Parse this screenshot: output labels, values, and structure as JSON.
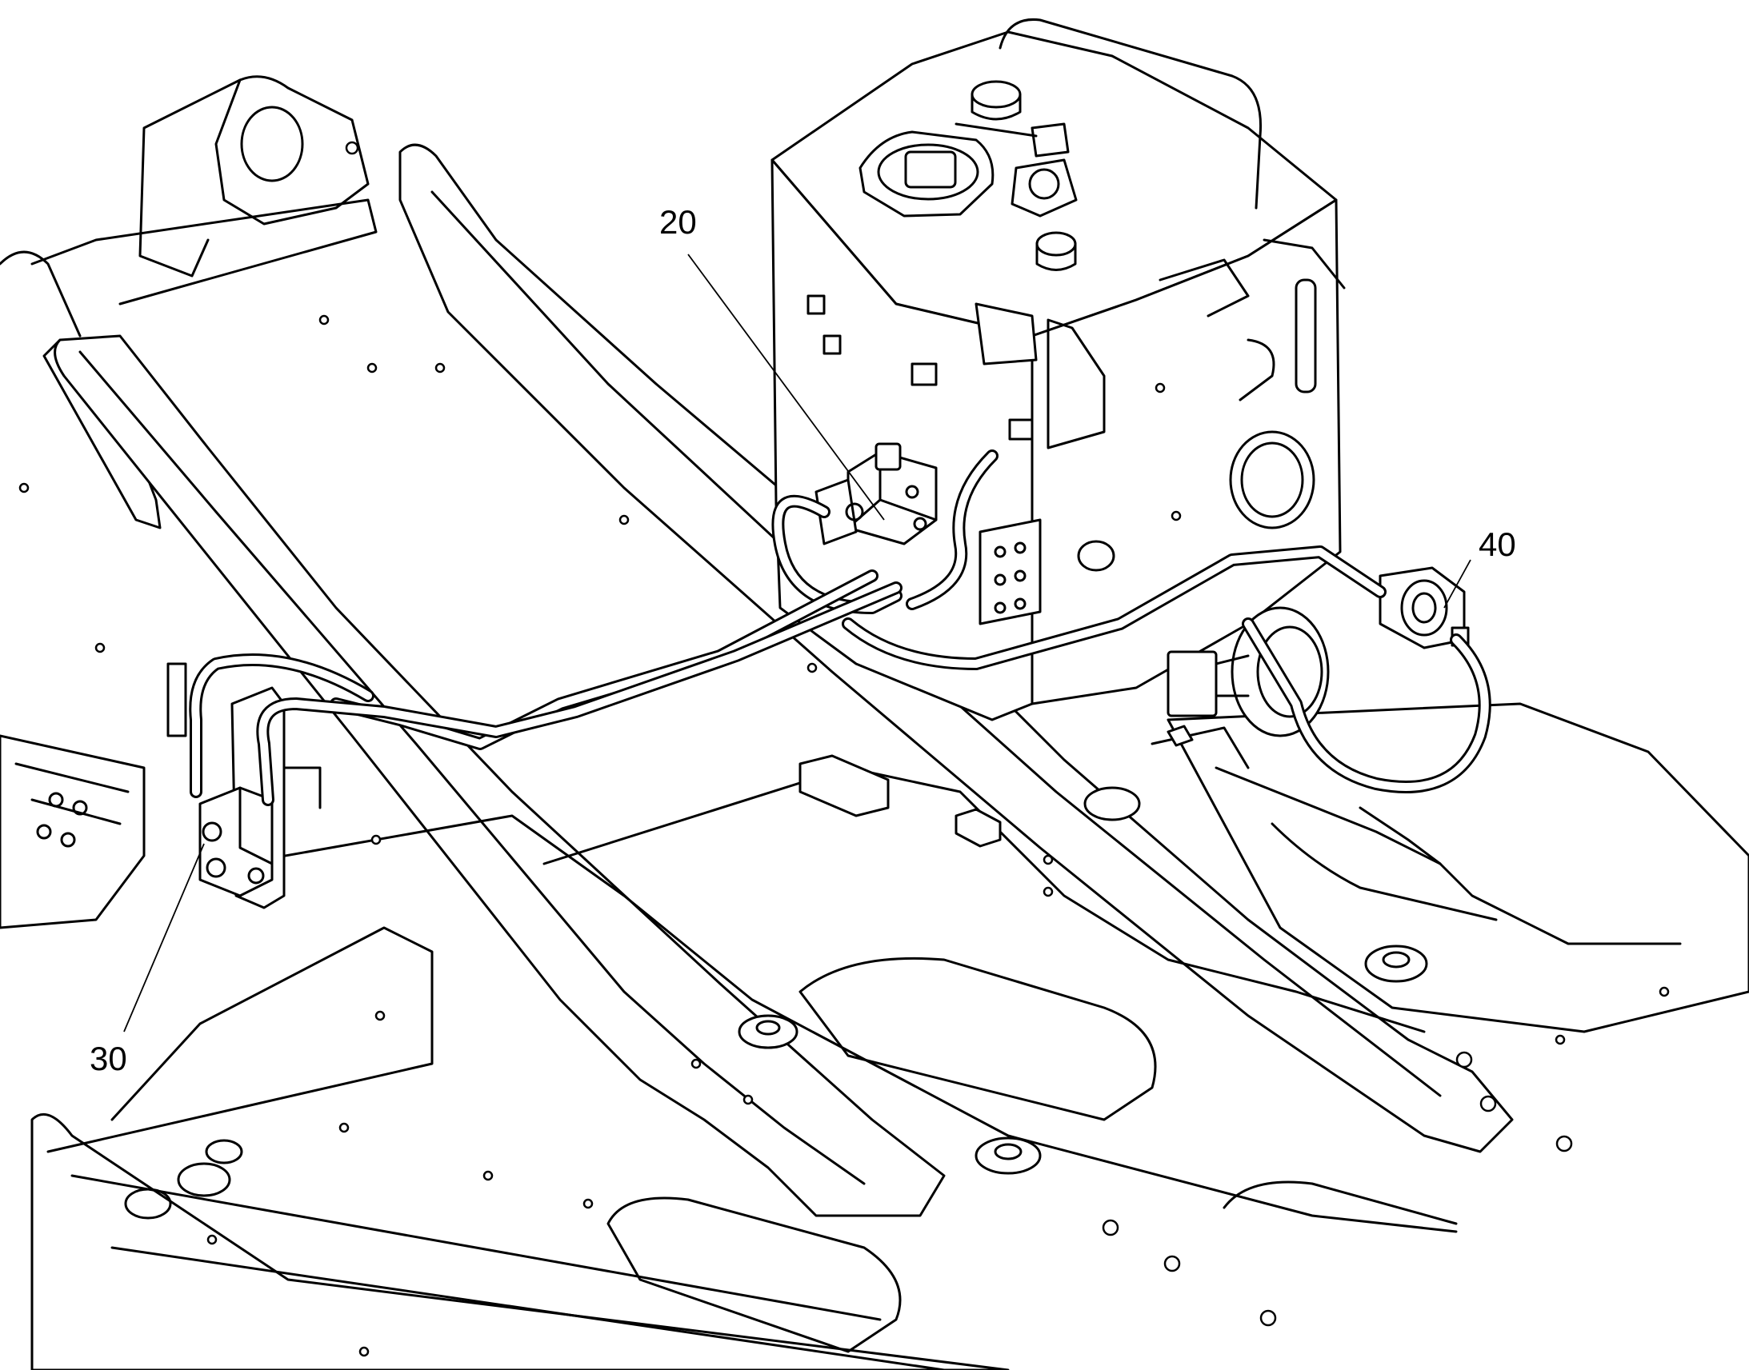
{
  "callouts": [
    {
      "id": "20",
      "text": "20"
    },
    {
      "id": "30",
      "text": "30"
    },
    {
      "id": "40",
      "text": "40"
    }
  ],
  "colors": {
    "line": "#000000",
    "background": "#ffffff"
  }
}
